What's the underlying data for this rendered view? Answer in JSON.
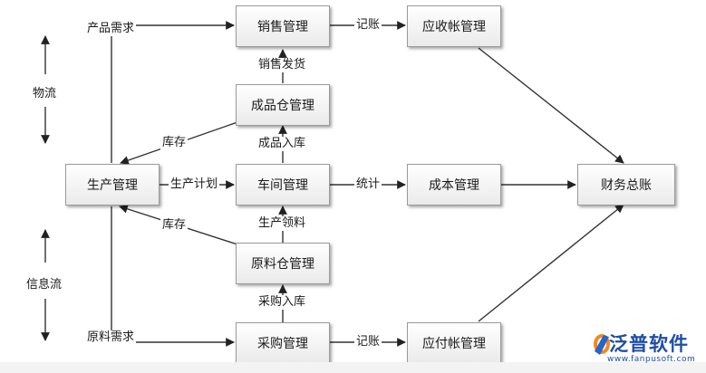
{
  "nodes": {
    "sales": "销售管理",
    "ar": "应收帐管理",
    "finished_wh": "成品仓管理",
    "production": "生产管理",
    "workshop": "车间管理",
    "cost": "成本管理",
    "gl": "财务总账",
    "raw_wh": "原料仓管理",
    "purchase": "采购管理",
    "ap": "应付帐管理"
  },
  "edges": {
    "product_demand": "产品需求",
    "record_top": "记账",
    "sales_delivery": "销售发货",
    "stock_upper": "库存",
    "finished_in": "成品入库",
    "production_plan": "生产计划",
    "statistics": "统计",
    "stock_lower": "库存",
    "material_pick": "生产领料",
    "purchase_in": "采购入库",
    "material_demand": "原料需求",
    "record_bottom": "记账"
  },
  "flows": {
    "material_flow": "物流",
    "info_flow": "信息流"
  },
  "logo": {
    "text": "泛普软件",
    "url": "www.fanpusoft.com"
  }
}
